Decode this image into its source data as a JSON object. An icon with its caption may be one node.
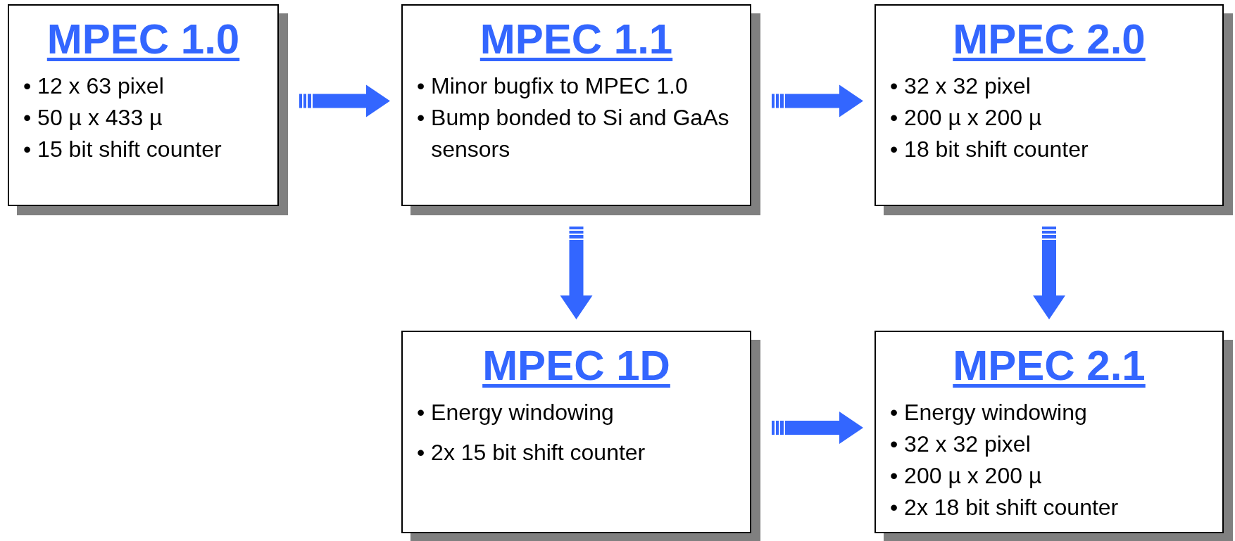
{
  "diagram": {
    "nodes": [
      {
        "text": [
          "MPEC 1.0",
          "• 12 x 63 pixel",
          "• 50 µ x 433 µ",
          "• 15 bit shift counter"
        ]
      },
      {
        "text": [
          "MPEC 1.1",
          "• Minor bugfix to MPEC 1.0",
          "• Bump bonded to Si and GaAs sensors"
        ]
      },
      {
        "text": [
          "MPEC 2.0",
          "• 32 x 32 pixel",
          "• 200 µ x 200 µ",
          "• 18 bit shift counter"
        ]
      },
      {
        "text": [
          "MPEC 1D",
          "• Energy windowing",
          "• 2x 15 bit shift counter"
        ]
      },
      {
        "text": [
          "MPEC 2.1",
          "• Energy windowing",
          "• 32 x 32 pixel",
          "• 200 µ x 200 µ",
          "• 2x 18 bit shift counter"
        ]
      }
    ],
    "edges": [
      {
        "from": 0,
        "to": 1,
        "arrow": "to"
      },
      {
        "from": 1,
        "to": 2,
        "arrow": "to"
      },
      {
        "from": 1,
        "to": 3,
        "arrow": "to"
      },
      {
        "from": 2,
        "to": 4,
        "arrow": "to"
      },
      {
        "from": 3,
        "to": 4,
        "arrow": "to"
      }
    ]
  }
}
